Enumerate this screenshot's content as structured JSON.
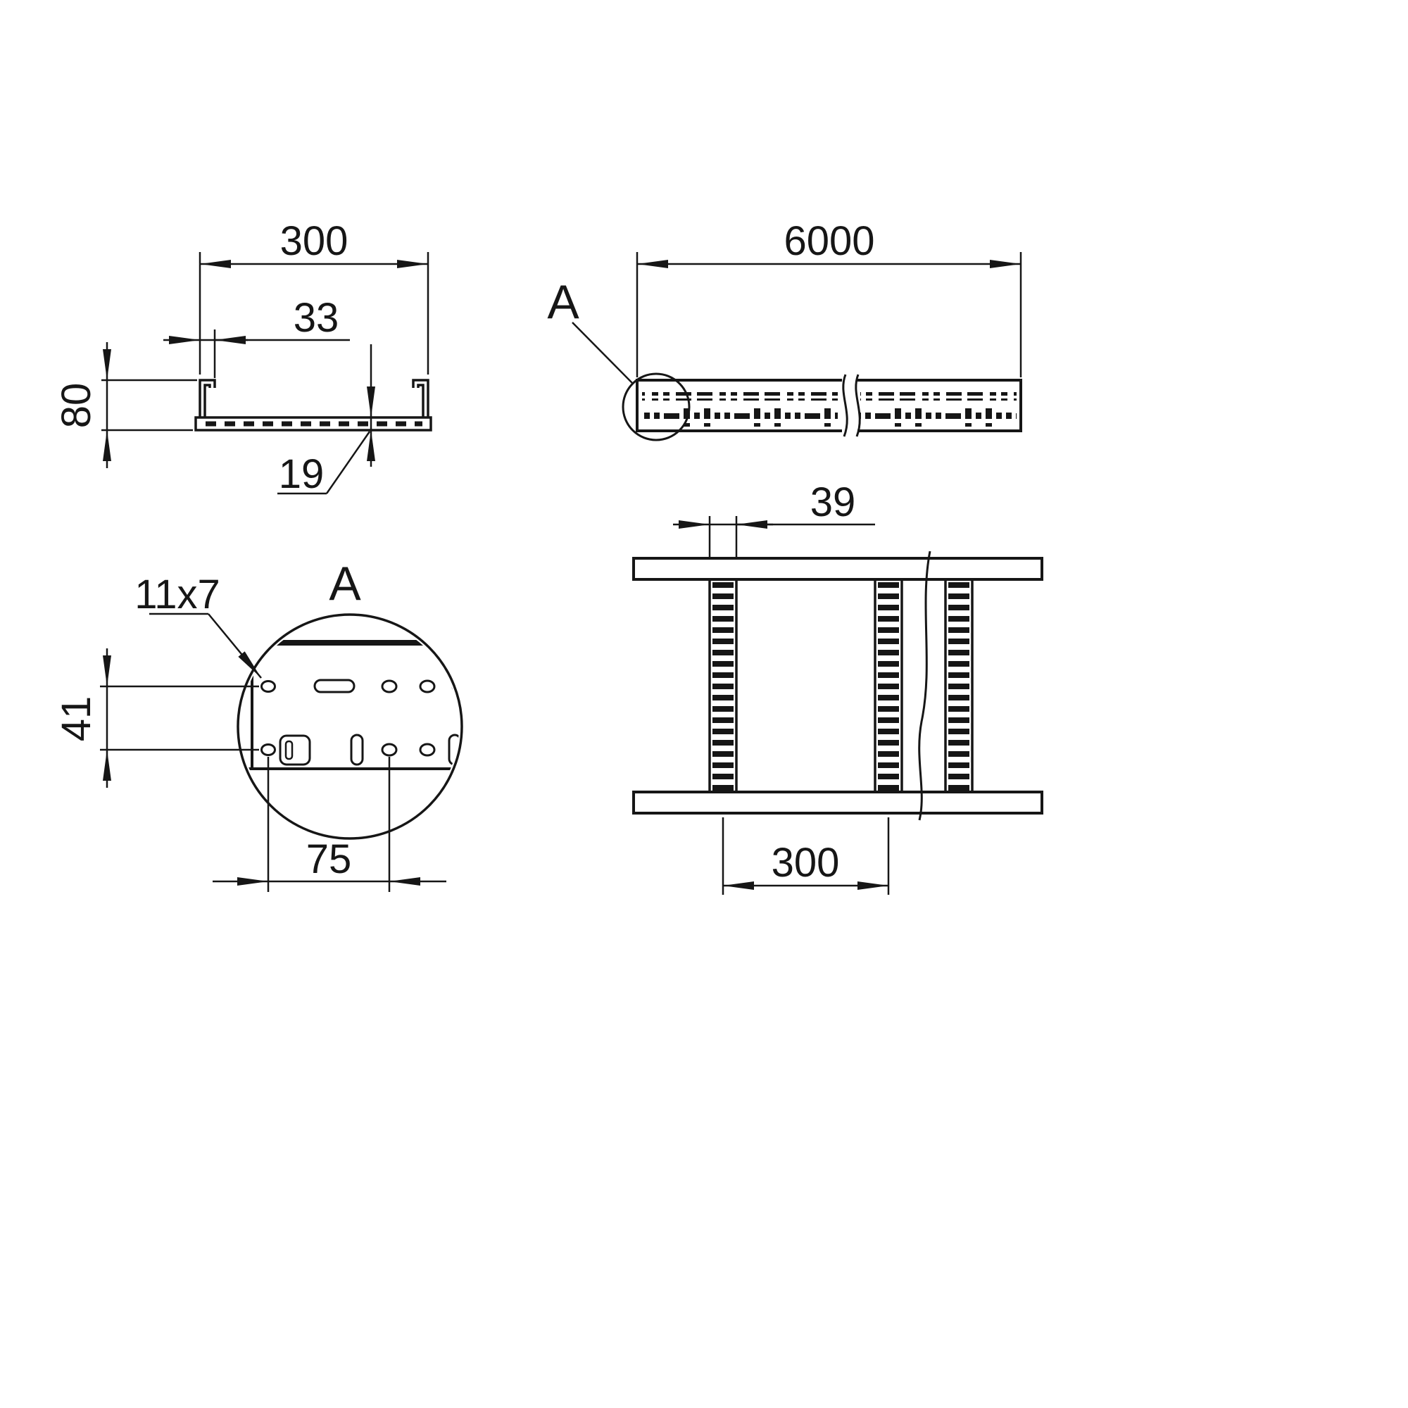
{
  "colors": {
    "ink": "#161616",
    "paper": "#ffffff"
  },
  "views": {
    "cross_section": {
      "dim_width": "300",
      "dim_lip": "33",
      "dim_height": "80",
      "dim_thickness": "19"
    },
    "side": {
      "dim_length": "6000",
      "detail_ref": "A"
    },
    "detail": {
      "title": "A",
      "dim_hole": "11x7",
      "dim_row_spacing": "41",
      "dim_hole_pitch": "75"
    },
    "plan": {
      "dim_rung_width": "39",
      "dim_rung_pitch": "300"
    }
  }
}
